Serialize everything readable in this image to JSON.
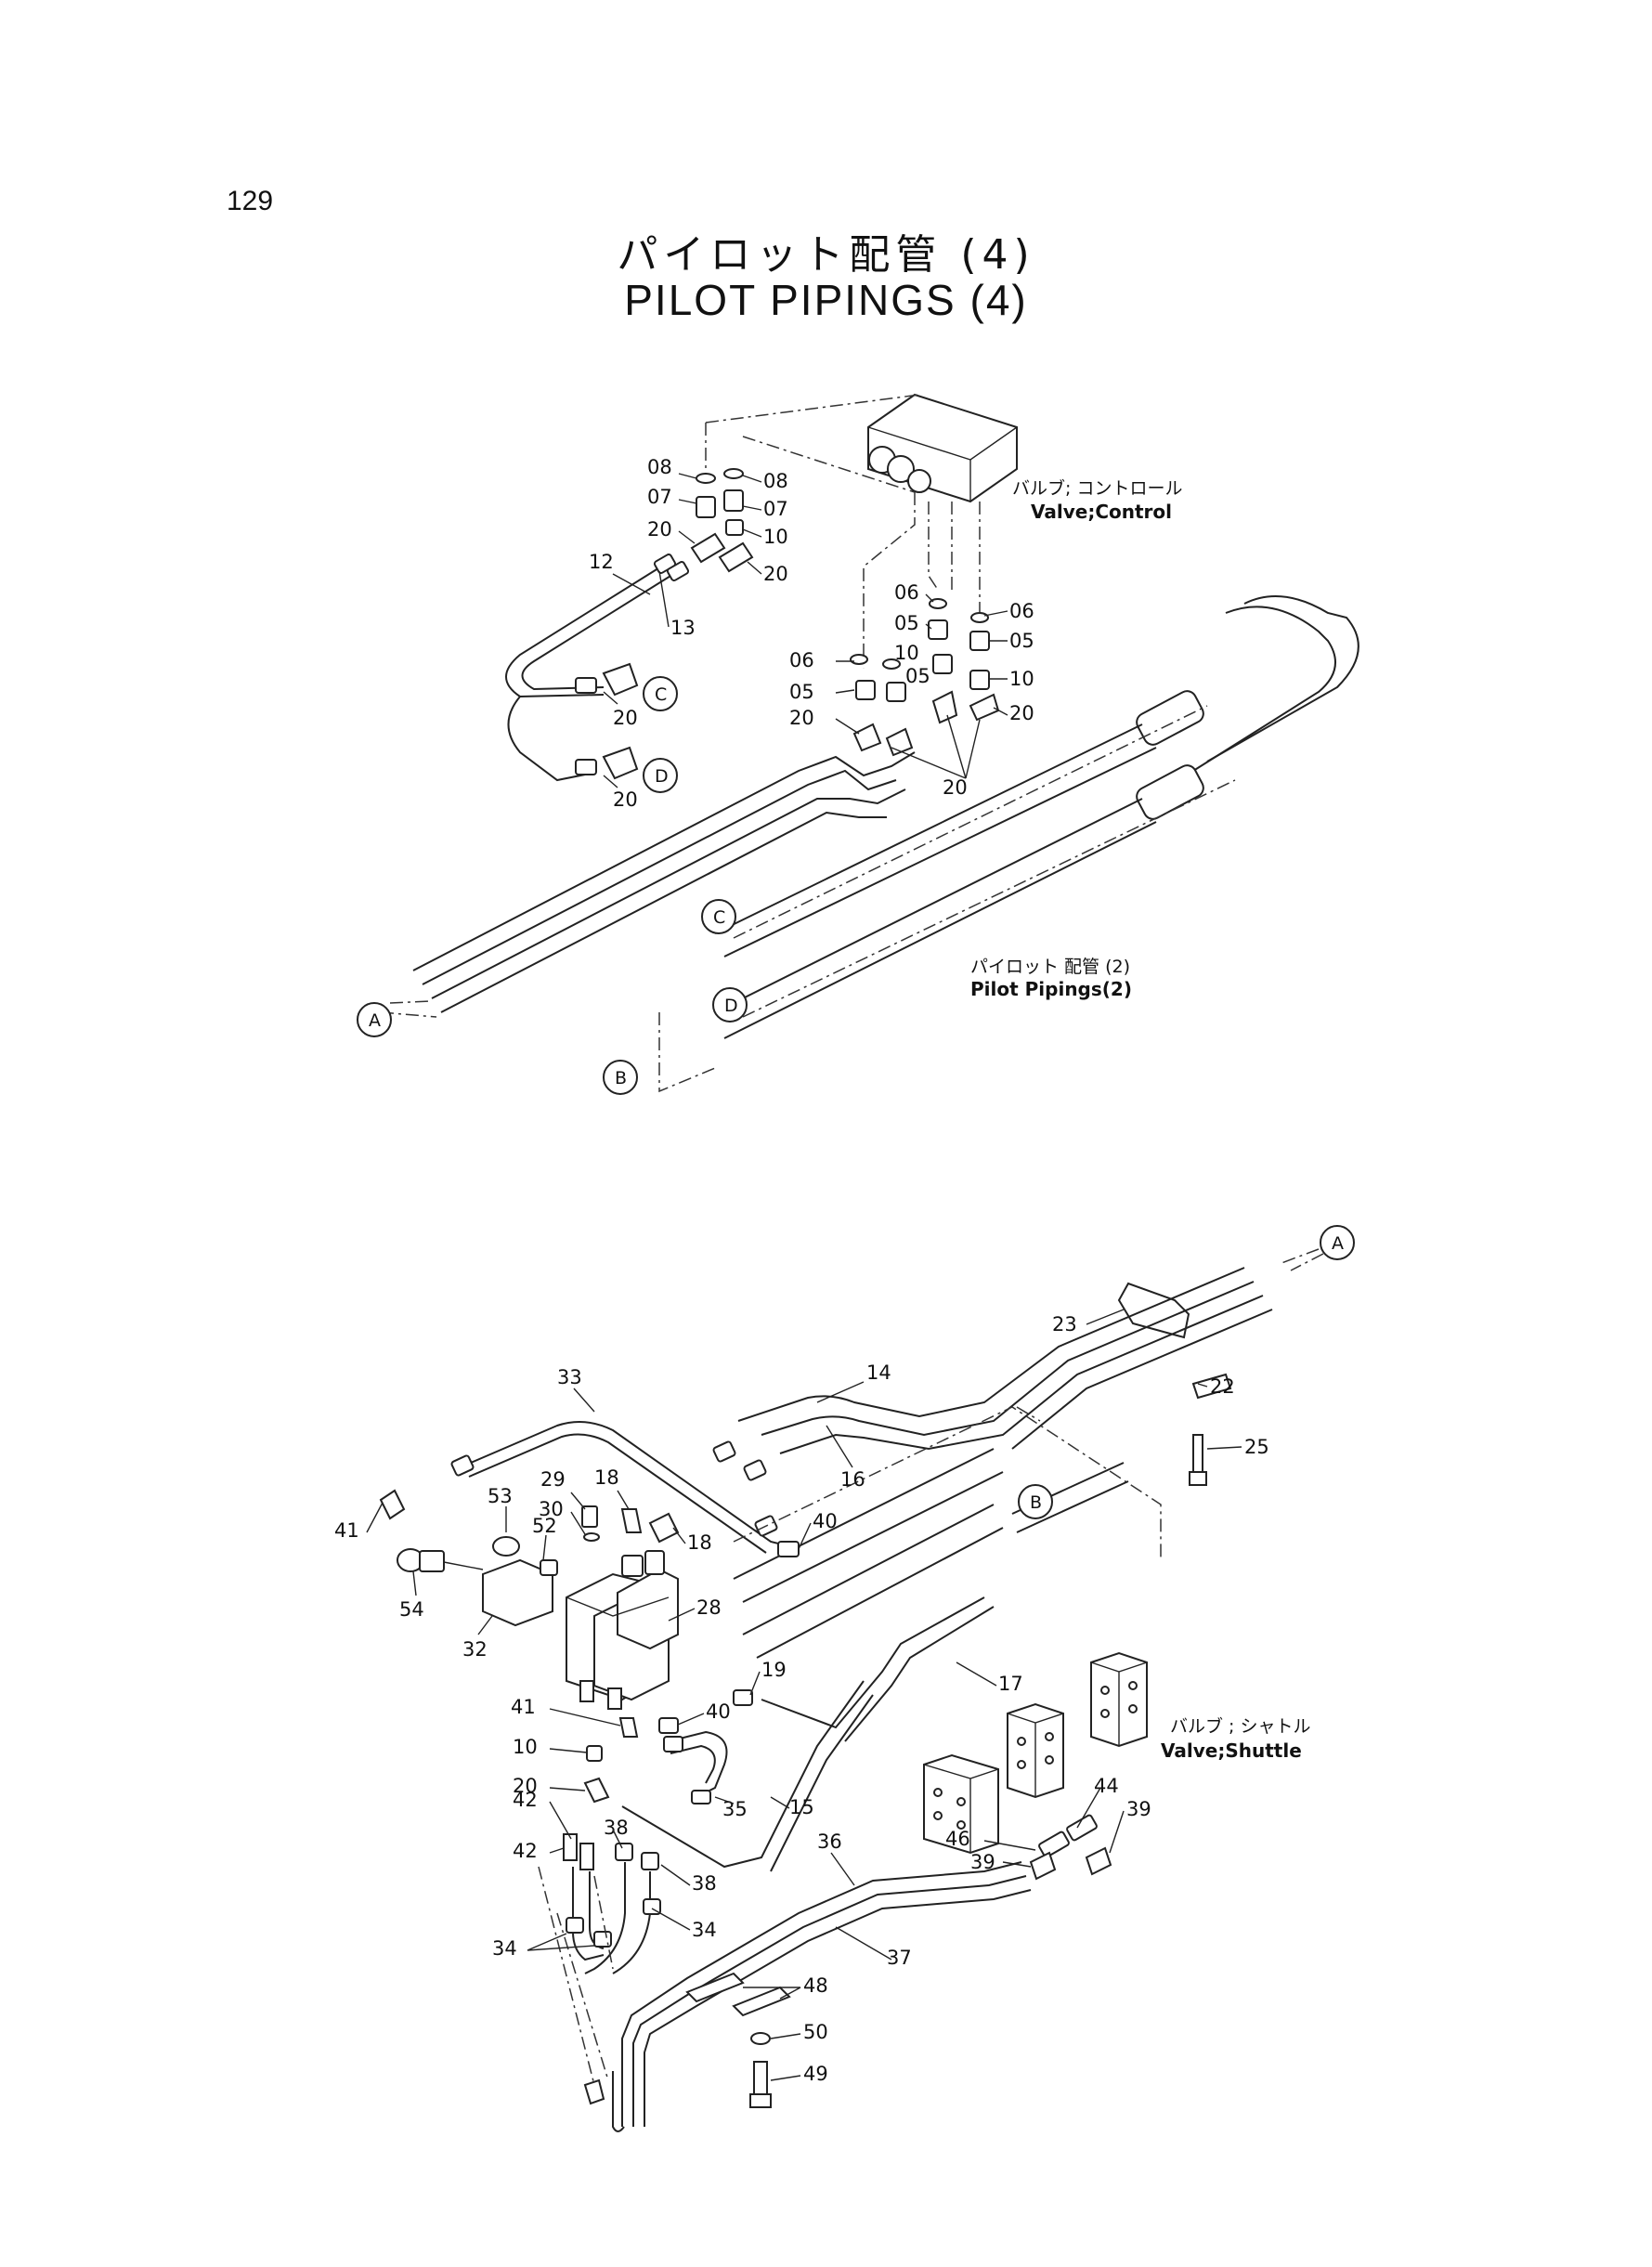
{
  "page_number": "129",
  "title": {
    "japanese": "パイロット配管 (4)",
    "english": "PILOT PIPINGS (4)"
  },
  "top_view": {
    "captions": {
      "control_valve_jp": "バルブ; コントロール",
      "control_valve_en": "Valve;Control",
      "pilot_pipings2_jp": "パイロット 配管 (2)",
      "pilot_pipings2_en": "Pilot Pipings(2)"
    },
    "connectors": [
      "A",
      "B",
      "C",
      "D"
    ],
    "part_labels": [
      "08",
      "08",
      "07",
      "07",
      "20",
      "10",
      "20",
      "12",
      "13",
      "20",
      "20",
      "06",
      "06",
      "05",
      "05",
      "06",
      "10",
      "05",
      "05",
      "10",
      "20",
      "20",
      "20"
    ]
  },
  "bottom_view": {
    "captions": {
      "shuttle_valve_jp": "バルブ ; シャトル",
      "shuttle_valve_en": "Valve;Shuttle"
    },
    "connectors": [
      "A",
      "B"
    ],
    "part_labels": [
      "23",
      "22",
      "25",
      "33",
      "14",
      "16",
      "29",
      "30",
      "18",
      "18",
      "53",
      "52",
      "40",
      "41",
      "54",
      "32",
      "28",
      "19",
      "17",
      "41",
      "40",
      "10",
      "20",
      "35",
      "15",
      "42",
      "42",
      "38",
      "38",
      "34",
      "34",
      "36",
      "37",
      "44",
      "39",
      "46",
      "39",
      "48",
      "50",
      "49"
    ]
  }
}
